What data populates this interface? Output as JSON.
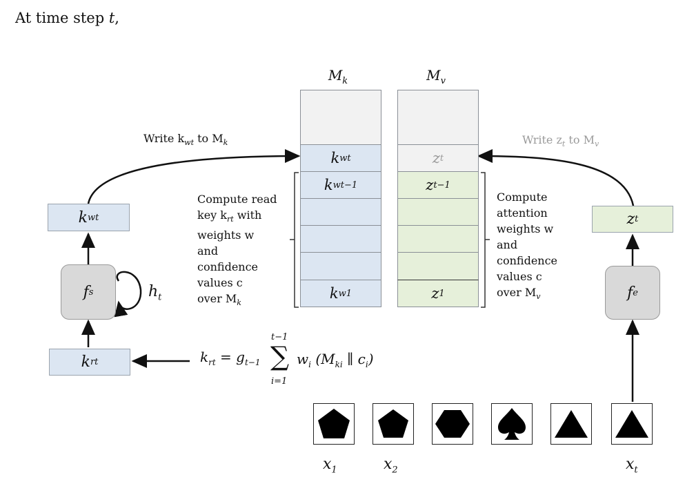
{
  "title": {
    "text": "At time step ",
    "var": "t",
    "suffix": ","
  },
  "memory": {
    "key_header": "M",
    "key_header_sub": "k",
    "value_header": "M",
    "value_header_sub": "v",
    "key_cells": [
      {
        "text": "",
        "sub": "",
        "color": "gray"
      },
      {
        "text": "k",
        "sub": "wt",
        "color": "blue"
      },
      {
        "text": "k",
        "sub": "wt−1",
        "color": "blue"
      },
      {
        "text": "",
        "sub": "",
        "color": "blue"
      },
      {
        "text": "",
        "sub": "",
        "color": "blue"
      },
      {
        "text": "",
        "sub": "",
        "color": "blue"
      },
      {
        "text": "k",
        "sub": "w1",
        "color": "blue"
      }
    ],
    "value_cells": [
      {
        "text": "",
        "sub": "",
        "color": "gray"
      },
      {
        "text": "z",
        "sub": "t",
        "color": "gray"
      },
      {
        "text": "z",
        "sub": "t−1",
        "color": "green"
      },
      {
        "text": "",
        "sub": "",
        "color": "green"
      },
      {
        "text": "",
        "sub": "",
        "color": "green"
      },
      {
        "text": "",
        "sub": "",
        "color": "green"
      },
      {
        "text": "z",
        "sub": "1",
        "color": "green"
      }
    ]
  },
  "labels": {
    "write_key": "Write k",
    "write_key_sub": "wt",
    "write_key_to": " to M",
    "write_key_to_sub": "k",
    "write_value": "Write z",
    "write_value_sub": "t",
    "write_value_to": " to M",
    "write_value_to_sub": "v",
    "left_desc": [
      "Compute read",
      "key k",
      "weights w",
      "and",
      "confidence",
      "values c",
      "over M"
    ],
    "left_desc_extra": {
      "key_sub": "rt",
      "key_suffix": " with",
      "over_sub": "k"
    },
    "right_desc": [
      "Compute",
      "attention",
      "weights w",
      "and",
      "confidence",
      "values c",
      "over M"
    ],
    "right_desc_over_sub": "v"
  },
  "nodes": {
    "kw_top": {
      "text": "k",
      "sub": "wt"
    },
    "fs": {
      "text": "f",
      "sub": "s"
    },
    "ht": {
      "text": "h",
      "sub": "t"
    },
    "kr": {
      "text": "k",
      "sub": "rt"
    },
    "zt": {
      "text": "z",
      "sub": "t"
    },
    "fe": {
      "text": "f",
      "sub": "e"
    }
  },
  "equation": {
    "lhs": "k",
    "lhs_sub": "rt",
    "eq": " = g",
    "g_sub": "t−1",
    "sum_top": "t−1",
    "sum_bottom": "i=1",
    "term": "w",
    "term_sub": "i",
    "paren": "(M",
    "m_sub": "ki",
    "concat": " ∥ c",
    "c_sub": "i",
    "close": ")"
  },
  "inputs": {
    "shapes": [
      "pentagon",
      "pentagon",
      "hexagon",
      "spade",
      "triangle",
      "triangle"
    ],
    "labels": [
      {
        "text": "x",
        "sub": "1"
      },
      {
        "text": "x",
        "sub": "2"
      },
      {
        "text": "x",
        "sub": "t"
      }
    ]
  },
  "colors": {
    "key_fill": "#dce6f2",
    "value_fill": "#e6f0da",
    "empty_fill": "#f2f2f2",
    "node_fill": "#d9d9d9",
    "faded_text": "#9a9a9a"
  }
}
